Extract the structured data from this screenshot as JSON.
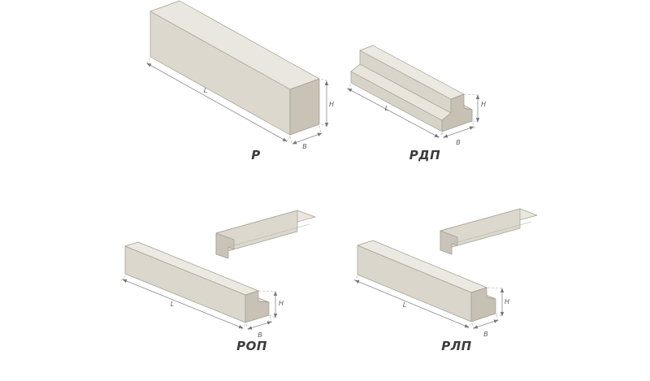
{
  "page": {
    "background": "#ffffff",
    "description": "Four isometric technical drawings of reinforced concrete crossbar (rigel) types"
  },
  "colors": {
    "face_top": "#ece9e2",
    "face_side": "#dcd8ce",
    "face_end": "#c7c2b5",
    "dimension_line": "#8a8a8a",
    "caption_text": "#3c3c3c"
  },
  "figures": [
    {
      "id": "r",
      "label": "Р",
      "dims": {
        "length": "L",
        "width": "В",
        "height": "Н"
      }
    },
    {
      "id": "rdp",
      "label": "РДП",
      "dims": {
        "length": "L",
        "width": "В",
        "height": "Н"
      }
    },
    {
      "id": "rop",
      "label": "РОП",
      "dims": {
        "length": "L",
        "width": "В",
        "height": "Н"
      }
    },
    {
      "id": "rlp",
      "label": "РЛП",
      "dims": {
        "length": "L",
        "width": "В",
        "height": "Н"
      }
    }
  ]
}
